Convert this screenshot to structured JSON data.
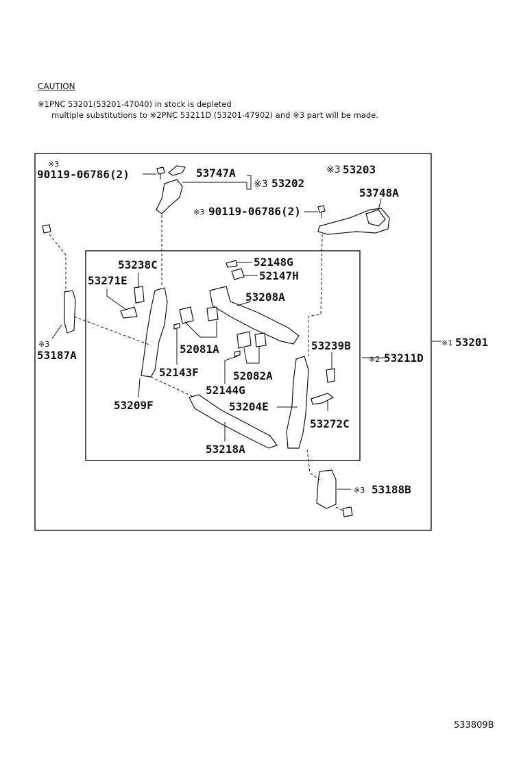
{
  "caution": {
    "title": "CAUTION",
    "line1": "※1PNC 53201(53201-47040) in stock is depleted",
    "line2": "multiple substitutions to ※2PNC 53211D (53201-47902) and ※3 part will be made."
  },
  "markers": {
    "m1": "※1",
    "m2": "※2",
    "m3": "※3"
  },
  "labels": {
    "p90119_top": "90119-06786(2)",
    "p53747A": "53747A",
    "p53202": "53202",
    "p53203": "53203",
    "p53748A": "53748A",
    "p90119_right": "90119-06786(2)",
    "p53238C": "53238C",
    "p53271E": "53271E",
    "p52148G": "52148G",
    "p52147H": "52147H",
    "p53208A": "53208A",
    "p53187A": "53187A",
    "p52081A": "52081A",
    "p53239B": "53239B",
    "p53211D": "53211D",
    "p53201": "53201",
    "p52143F": "52143F",
    "p52082A": "52082A",
    "p52144G": "52144G",
    "p53209F": "53209F",
    "p53204E": "53204E",
    "p53272C": "53272C",
    "p53218A": "53218A",
    "p53188B": "53188B"
  },
  "drawing_number": "533809B"
}
